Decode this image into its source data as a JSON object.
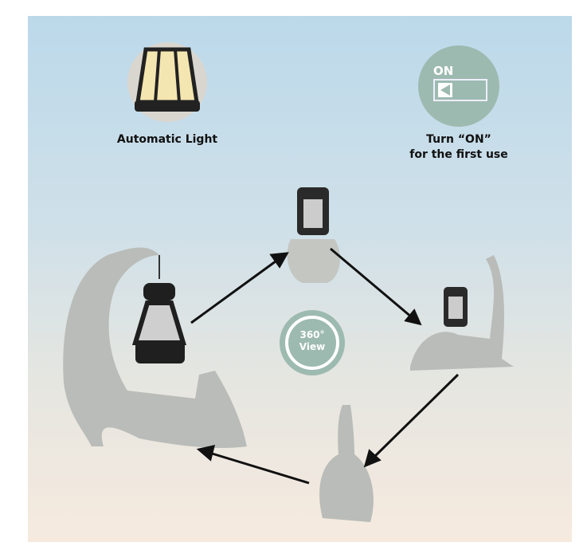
{
  "features": {
    "auto_light_label": "Automatic Light",
    "switch_on_text": "ON",
    "turn_on_line1": "Turn “ON”",
    "turn_on_line2": "for the first use",
    "view_line1": "360°",
    "view_line2": "View"
  },
  "colors": {
    "badge": "#9dbab0",
    "stone": "#b9bcb8",
    "lantern": "#1f1f1f"
  }
}
